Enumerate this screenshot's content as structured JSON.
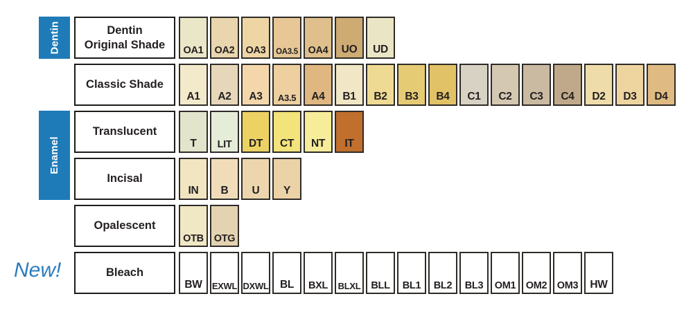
{
  "palette": {
    "accent_blue": "#1e7bb8",
    "swatch_border": "#2e2b27",
    "box_border": "#1c1c1a",
    "text_dark": "#231f20",
    "new_blue": "#2a7cbd",
    "background": "#ffffff"
  },
  "new_badge": {
    "label": "New!"
  },
  "group_bars": [
    {
      "label": "Dentin",
      "row_start": 0,
      "row_count": 1
    },
    {
      "label": "Enamel",
      "row_start": 2,
      "row_count": 2
    }
  ],
  "rows": [
    {
      "label_lines": [
        "Dentin",
        "Original Shade"
      ],
      "swatches": [
        {
          "code": "OA1",
          "color": "#eae6c8"
        },
        {
          "code": "OA2",
          "color": "#e9d5ae"
        },
        {
          "code": "OA3",
          "color": "#edd5a4"
        },
        {
          "code": "OA3.5",
          "color": "#e6c795"
        },
        {
          "code": "OA4",
          "color": "#dfc08d"
        },
        {
          "code": "UO",
          "color": "#cdab73"
        },
        {
          "code": "UD",
          "color": "#eae5c4"
        }
      ]
    },
    {
      "label_lines": [
        "Classic Shade"
      ],
      "swatches": [
        {
          "code": "A1",
          "color": "#f2eacb"
        },
        {
          "code": "A2",
          "color": "#e7d7ba"
        },
        {
          "code": "A3",
          "color": "#f3d7ab"
        },
        {
          "code": "A3.5",
          "color": "#eecfa0"
        },
        {
          "code": "A4",
          "color": "#e0b681"
        },
        {
          "code": "B1",
          "color": "#f1e6c5"
        },
        {
          "code": "B2",
          "color": "#eeda93"
        },
        {
          "code": "B3",
          "color": "#e5cb74"
        },
        {
          "code": "B4",
          "color": "#e2c266"
        },
        {
          "code": "C1",
          "color": "#d7d2c4"
        },
        {
          "code": "C2",
          "color": "#d4c8b2"
        },
        {
          "code": "C3",
          "color": "#c9baa1"
        },
        {
          "code": "C4",
          "color": "#c0a98b"
        },
        {
          "code": "D2",
          "color": "#eedcaa"
        },
        {
          "code": "D3",
          "color": "#eed5a0"
        },
        {
          "code": "D4",
          "color": "#dfbb83"
        }
      ]
    },
    {
      "label_lines": [
        "Translucent"
      ],
      "swatches": [
        {
          "code": "T",
          "color": "#e2e5cc"
        },
        {
          "code": "LIT",
          "color": "#e5ecd8"
        },
        {
          "code": "DT",
          "color": "#ecd263"
        },
        {
          "code": "CT",
          "color": "#f2e37a"
        },
        {
          "code": "NT",
          "color": "#f6ec9a"
        },
        {
          "code": "IT",
          "color": "#c06f2d"
        }
      ]
    },
    {
      "label_lines": [
        "Incisal"
      ],
      "swatches": [
        {
          "code": "IN",
          "color": "#f2e5c2"
        },
        {
          "code": "B",
          "color": "#f1dcba"
        },
        {
          "code": "U",
          "color": "#edd6ad"
        },
        {
          "code": "Y",
          "color": "#ecd2a7"
        }
      ]
    },
    {
      "label_lines": [
        "Opalescent"
      ],
      "swatches": [
        {
          "code": "OTB",
          "color": "#f0e7c4"
        },
        {
          "code": "OTG",
          "color": "#e4d3b1"
        }
      ]
    },
    {
      "label_lines": [
        "Bleach"
      ],
      "swatches": [
        {
          "code": "BW",
          "color": "#ffffff"
        },
        {
          "code": "EXWL",
          "color": "#ffffff"
        },
        {
          "code": "DXWL",
          "color": "#ffffff"
        },
        {
          "code": "BL",
          "color": "#ffffff"
        },
        {
          "code": "BXL",
          "color": "#ffffff"
        },
        {
          "code": "BLXL",
          "color": "#ffffff"
        },
        {
          "code": "BLL",
          "color": "#ffffff"
        },
        {
          "code": "BL1",
          "color": "#ffffff"
        },
        {
          "code": "BL2",
          "color": "#ffffff"
        },
        {
          "code": "BL3",
          "color": "#ffffff"
        },
        {
          "code": "OM1",
          "color": "#ffffff"
        },
        {
          "code": "OM2",
          "color": "#ffffff"
        },
        {
          "code": "OM3",
          "color": "#ffffff"
        },
        {
          "code": "HW",
          "color": "#ffffff"
        }
      ]
    }
  ]
}
